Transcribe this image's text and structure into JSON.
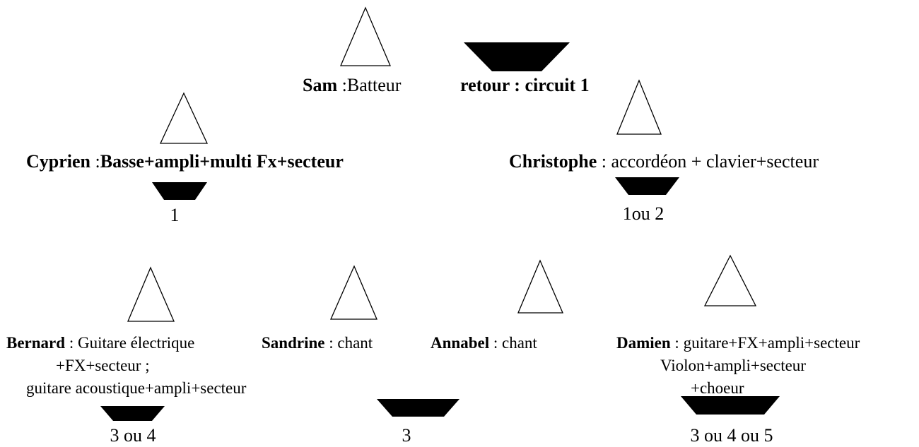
{
  "musicians": [
    {
      "id": "sam",
      "name": "Sam",
      "separator": " :",
      "role": "Batteur",
      "role_bold": false
    },
    {
      "id": "cyprien",
      "name": "Cyprien",
      "separator": " :",
      "role": "Basse+ampli+multi Fx+secteur",
      "role_bold": true
    },
    {
      "id": "christophe",
      "name": "Christophe",
      "separator": " : ",
      "role": "accordéon + clavier+secteur",
      "role_bold": false
    },
    {
      "id": "bernard",
      "name": "Bernard",
      "separator": " : ",
      "role_lines": [
        "Guitare électrique",
        "+FX+secteur ;",
        "guitare acoustique+ampli+secteur"
      ],
      "role_bold": false
    },
    {
      "id": "sandrine",
      "name": "Sandrine",
      "separator": " : ",
      "role": "chant",
      "role_bold": false
    },
    {
      "id": "annabel",
      "name": "Annabel",
      "separator": " : ",
      "role": "chant",
      "role_bold": false
    },
    {
      "id": "damien",
      "name": "Damien",
      "separator": " : ",
      "role_lines": [
        "guitare+FX+ampli+secteur",
        "Violon+ampli+secteur",
        "+choeur"
      ],
      "role_bold": false
    }
  ],
  "monitors": [
    {
      "id": "retour-main",
      "label": "retour : circuit 1",
      "label_bold": true
    },
    {
      "id": "monitor-cyprien",
      "label": "1"
    },
    {
      "id": "monitor-christophe",
      "label": "1ou 2"
    },
    {
      "id": "monitor-bernard",
      "label": "3 ou 4"
    },
    {
      "id": "monitor-sandrine",
      "label": "3"
    },
    {
      "id": "monitor-damien",
      "label": "3 ou 4 ou 5"
    }
  ],
  "colors": {
    "background": "#ffffff",
    "ink": "#000000"
  }
}
